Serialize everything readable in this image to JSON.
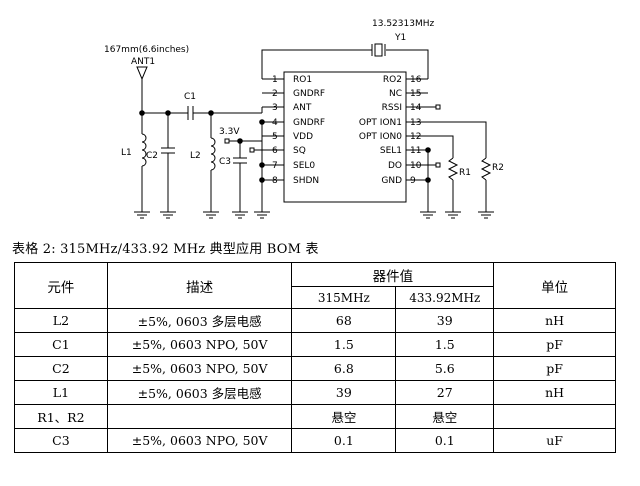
{
  "schematic": {
    "crystal_freq": "13.52313MHz",
    "crystal_ref": "Y1",
    "antenna_length": "167mm(6.6inches)",
    "antenna_ref": "ANT1",
    "c1_ref": "C1",
    "c2_ref": "C2",
    "c3_ref": "C3",
    "l1_ref": "L1",
    "l2_ref": "L2",
    "r1_ref": "R1",
    "r2_ref": "R2",
    "vdd_label": "3.3V",
    "left_pins": [
      {
        "num": "1",
        "name": "RO1"
      },
      {
        "num": "2",
        "name": "GNDRF"
      },
      {
        "num": "3",
        "name": "ANT"
      },
      {
        "num": "4",
        "name": "GNDRF"
      },
      {
        "num": "5",
        "name": "VDD"
      },
      {
        "num": "6",
        "name": "SQ"
      },
      {
        "num": "7",
        "name": "SEL0"
      },
      {
        "num": "8",
        "name": "SHDN"
      }
    ],
    "right_pins": [
      {
        "num": "16",
        "name": "RO2"
      },
      {
        "num": "15",
        "name": "NC"
      },
      {
        "num": "14",
        "name": "RSSI"
      },
      {
        "num": "13",
        "name": "OPT ION1"
      },
      {
        "num": "12",
        "name": "OPT ION0"
      },
      {
        "num": "11",
        "name": "SEL1"
      },
      {
        "num": "10",
        "name": "DO"
      },
      {
        "num": "9",
        "name": "GND"
      }
    ]
  },
  "caption": "表格 2: 315MHz/433.92 MHz 典型应用 BOM 表",
  "table": {
    "headers": {
      "component": "元件",
      "description": "描述",
      "value": "器件值",
      "unit": "单位",
      "freq1": "315MHz",
      "freq2": "433.92MHz"
    },
    "rows": [
      {
        "component": "L2",
        "description": "±5%, 0603 多层电感",
        "v315": "68",
        "v433": "39",
        "unit": "nH"
      },
      {
        "component": "C1",
        "description": "±5%, 0603 NPO, 50V",
        "v315": "1.5",
        "v433": "1.5",
        "unit": "pF"
      },
      {
        "component": "C2",
        "description": "±5%, 0603 NPO, 50V",
        "v315": "6.8",
        "v433": "5.6",
        "unit": "pF"
      },
      {
        "component": "L1",
        "description": "±5%, 0603 多层电感",
        "v315": "39",
        "v433": "27",
        "unit": "nH"
      },
      {
        "component": "R1、R2",
        "description": "",
        "v315": "悬空",
        "v433": "悬空",
        "unit": ""
      },
      {
        "component": "C3",
        "description": "±5%, 0603 NPO, 50V",
        "v315": "0.1",
        "v433": "0.1",
        "unit": "uF"
      }
    ]
  }
}
